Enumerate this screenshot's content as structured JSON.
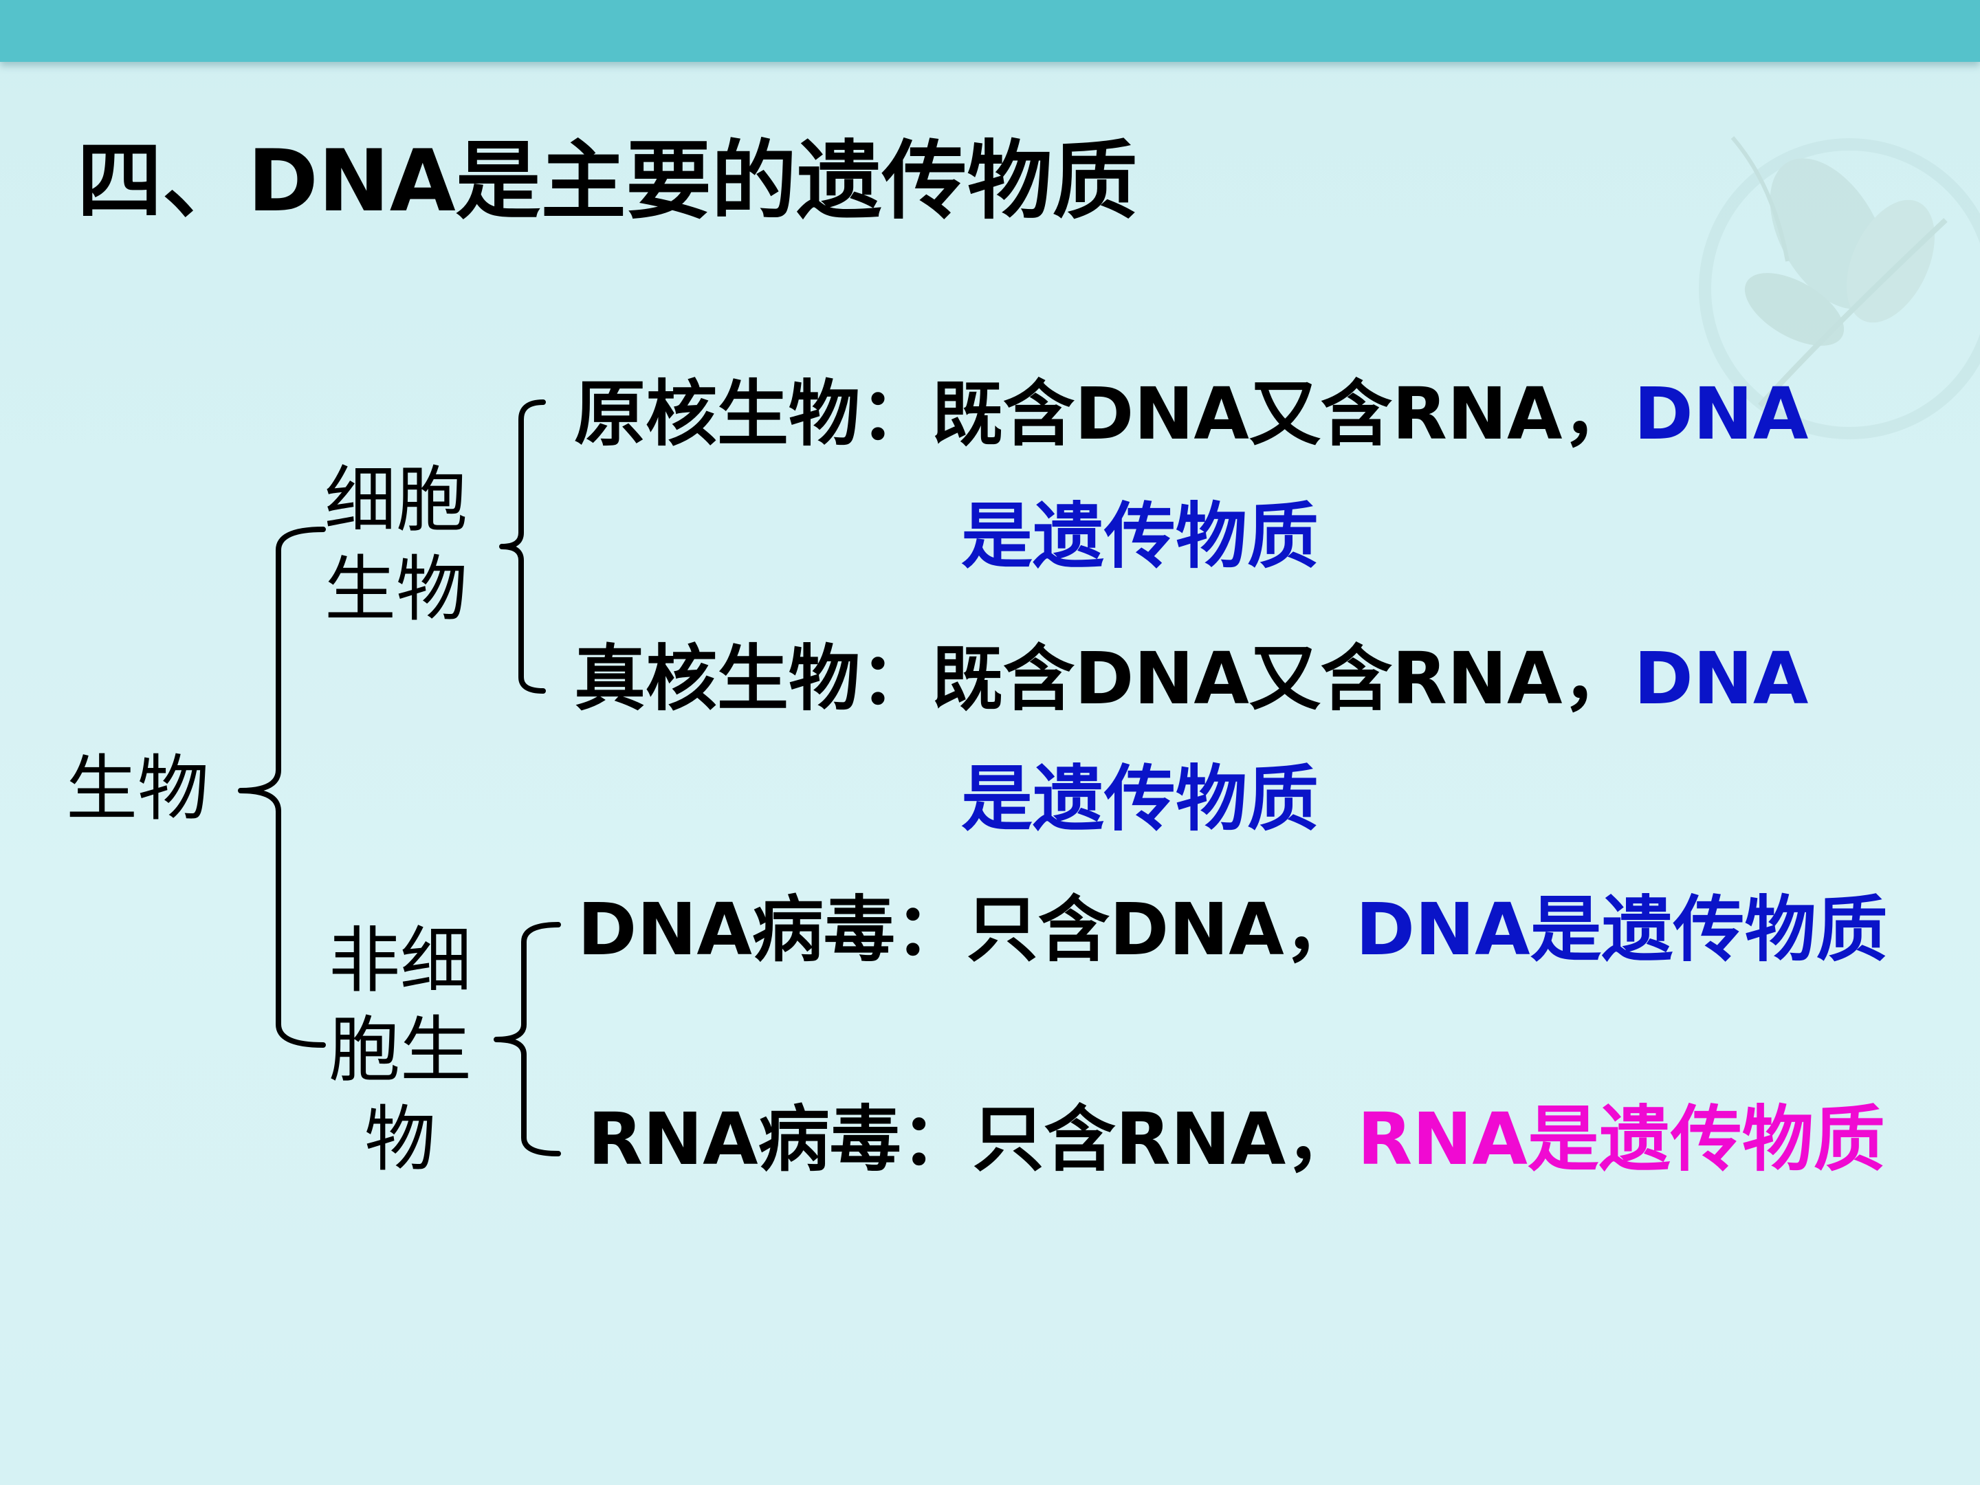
{
  "title": "四、DNA是主要的遗传物质",
  "root": "生物",
  "cellular": {
    "label_line1": "细胞",
    "label_line2": "生物",
    "prokaryote": {
      "prefix": "原核生物：既含DNA又含RNA，",
      "highlight_part1": "DNA",
      "highlight_part2": "是遗传物质"
    },
    "eukaryote": {
      "prefix": "真核生物：既含DNA又含RNA，",
      "highlight_part1": "DNA",
      "highlight_part2": "是遗传物质"
    }
  },
  "noncellular": {
    "label_line1": "非细",
    "label_line2": "胞生",
    "label_line3": "物",
    "dna_virus": {
      "prefix": "DNA病毒：只含DNA，",
      "highlight": "DNA是遗传物质"
    },
    "rna_virus": {
      "prefix": "RNA病毒：只含RNA，",
      "highlight": "RNA是遗传物质"
    }
  },
  "colors": {
    "top_bar": "#55c2cb",
    "background": "#d6f2f4",
    "dna_highlight": "#0a14c8",
    "rna_highlight": "#f00ad2"
  }
}
